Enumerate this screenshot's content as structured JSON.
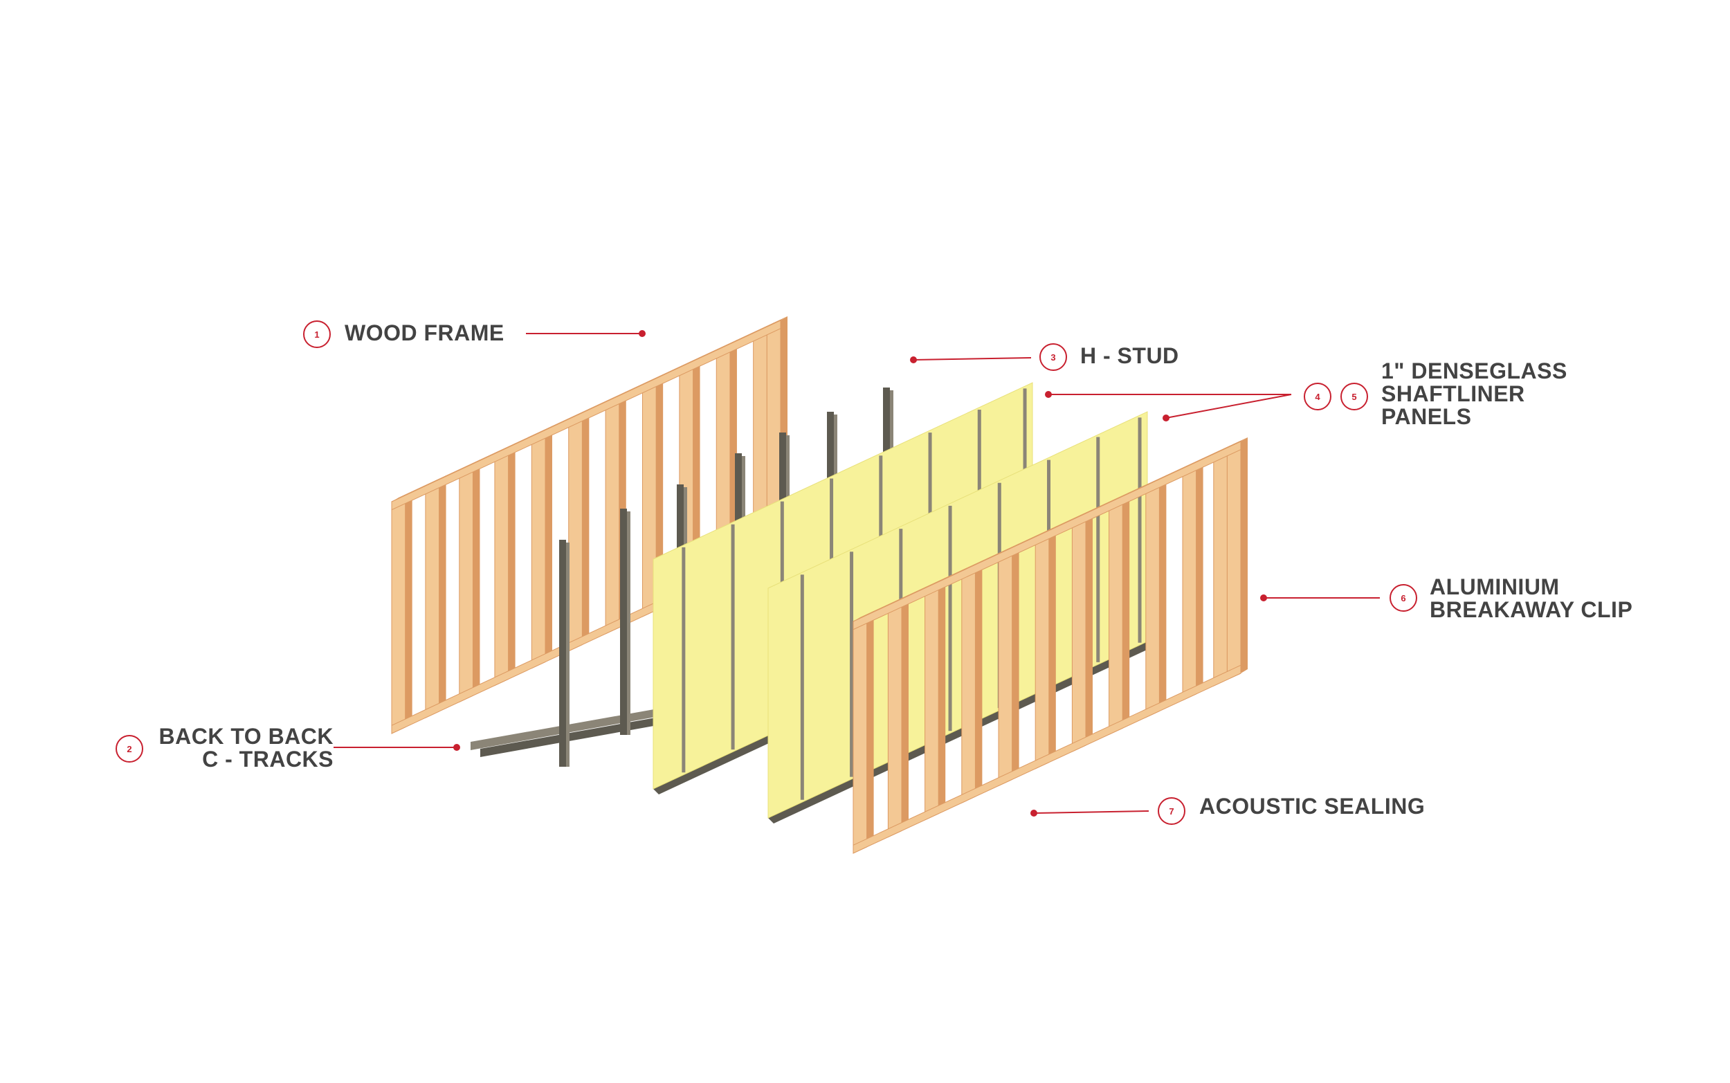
{
  "colors": {
    "accent": "#c8202f",
    "label_text": "#434343",
    "wood_face": "#f3c894",
    "wood_edge": "#dc9a62",
    "panel_face": "#f7f29a",
    "panel_edge": "#e8e07a",
    "metal": "#8b8577",
    "metal_dark": "#5d5a50"
  },
  "callouts": [
    {
      "number": "1",
      "lines": [
        "WOOD FRAME"
      ]
    },
    {
      "number": "2",
      "lines": [
        "BACK TO BACK",
        "C - TRACKS"
      ]
    },
    {
      "number": "3",
      "lines": [
        "H - STUD"
      ]
    },
    {
      "number": "4",
      "lines": []
    },
    {
      "number": "5",
      "lines": [
        "1\" DENSEGLASS",
        "SHAFTLINER",
        "PANELS"
      ]
    },
    {
      "number": "6",
      "lines": [
        "ALUMINIUM",
        "BREAKAWAY CLIP"
      ]
    },
    {
      "number": "7",
      "lines": [
        "ACOUSTIC SEALING"
      ]
    }
  ]
}
